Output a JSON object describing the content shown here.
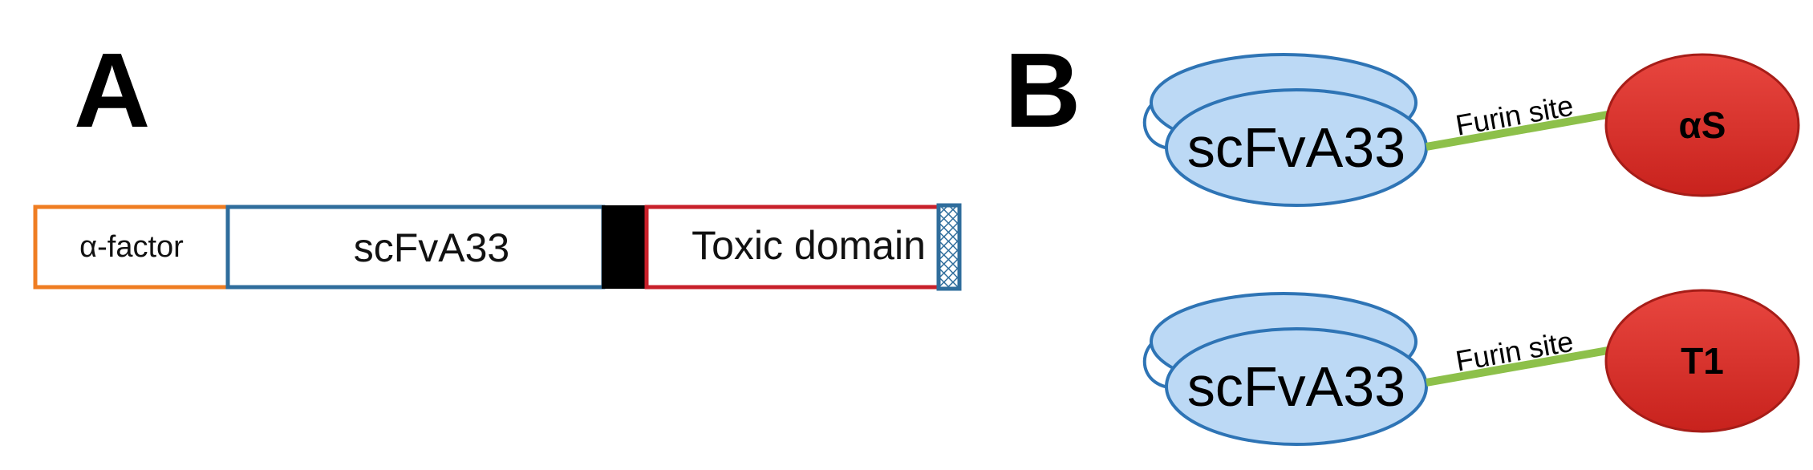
{
  "panel_a": {
    "letter": "A",
    "segments": {
      "alpha_factor": "α-factor",
      "scfv": "scFvA33",
      "toxic": "Toxic domain"
    },
    "colors": {
      "alpha_factor_border": "#ef7d22",
      "scfv_border": "#2f6d9c",
      "toxic_border": "#c8202a",
      "linker_fill": "#000000",
      "tag_pattern": "#2f6d9c"
    }
  },
  "panel_b": {
    "letter": "B",
    "constructs": [
      {
        "antibody": "scFvA33",
        "linker": "Furin site",
        "domain": "αS"
      },
      {
        "antibody": "scFvA33",
        "linker": "Furin site",
        "domain": "T1"
      }
    ],
    "colors": {
      "antibody_fill": "#bcd9f5",
      "antibody_stroke": "#2e74b5",
      "linker_color": "#8dc04a",
      "domain_fill": "#d9302a",
      "domain_stroke": "#a61d18"
    }
  }
}
